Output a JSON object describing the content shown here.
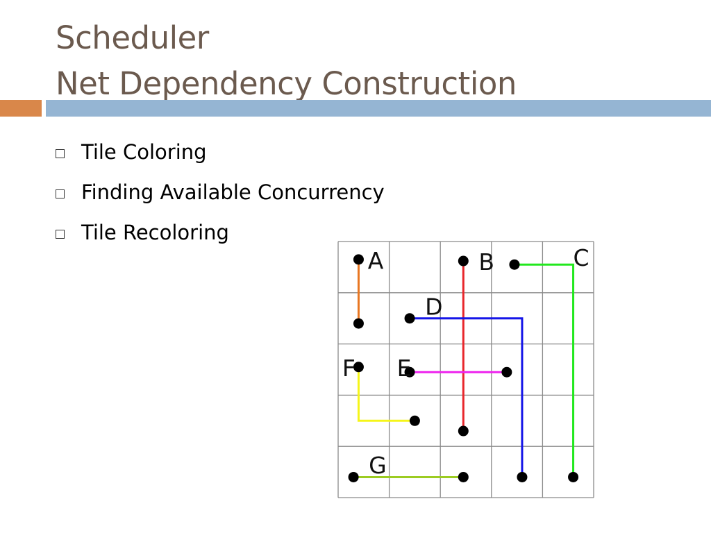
{
  "slide": {
    "title_lines": [
      "Scheduler",
      "Net Dependency Construction"
    ],
    "bullets": [
      "Tile Coloring",
      "Finding Available Concurrency",
      "Tile Recoloring"
    ]
  },
  "colors": {
    "title": "#6b5a4e",
    "accent_bar": "#d9874a",
    "main_bar": "#95b5d3"
  },
  "diagram": {
    "grid": {
      "cols": 5,
      "rows": 5
    },
    "nets": [
      {
        "label": "A",
        "color": "#e87722",
        "path": [
          [
            0.4,
            0.35
          ],
          [
            0.4,
            1.6
          ]
        ]
      },
      {
        "label": "B",
        "color": "#e8262b",
        "path": [
          [
            2.45,
            0.38
          ],
          [
            2.45,
            3.7
          ]
        ]
      },
      {
        "label": "C",
        "color": "#22e81e",
        "path": [
          [
            3.45,
            0.45
          ],
          [
            4.6,
            0.45
          ],
          [
            4.6,
            4.6
          ]
        ]
      },
      {
        "label": "D",
        "color": "#1515e8",
        "path": [
          [
            1.4,
            1.5
          ],
          [
            3.6,
            1.5
          ],
          [
            3.6,
            4.6
          ]
        ]
      },
      {
        "label": "E",
        "color": "#ee22ee",
        "path": [
          [
            1.4,
            2.55
          ],
          [
            3.3,
            2.55
          ]
        ]
      },
      {
        "label": "F",
        "color": "#f5f51a",
        "path": [
          [
            0.4,
            2.45
          ],
          [
            0.4,
            3.5
          ],
          [
            1.5,
            3.5
          ]
        ]
      },
      {
        "label": "G",
        "color": "#9ccc22",
        "path": [
          [
            0.3,
            4.6
          ],
          [
            2.45,
            4.6
          ]
        ]
      }
    ]
  }
}
